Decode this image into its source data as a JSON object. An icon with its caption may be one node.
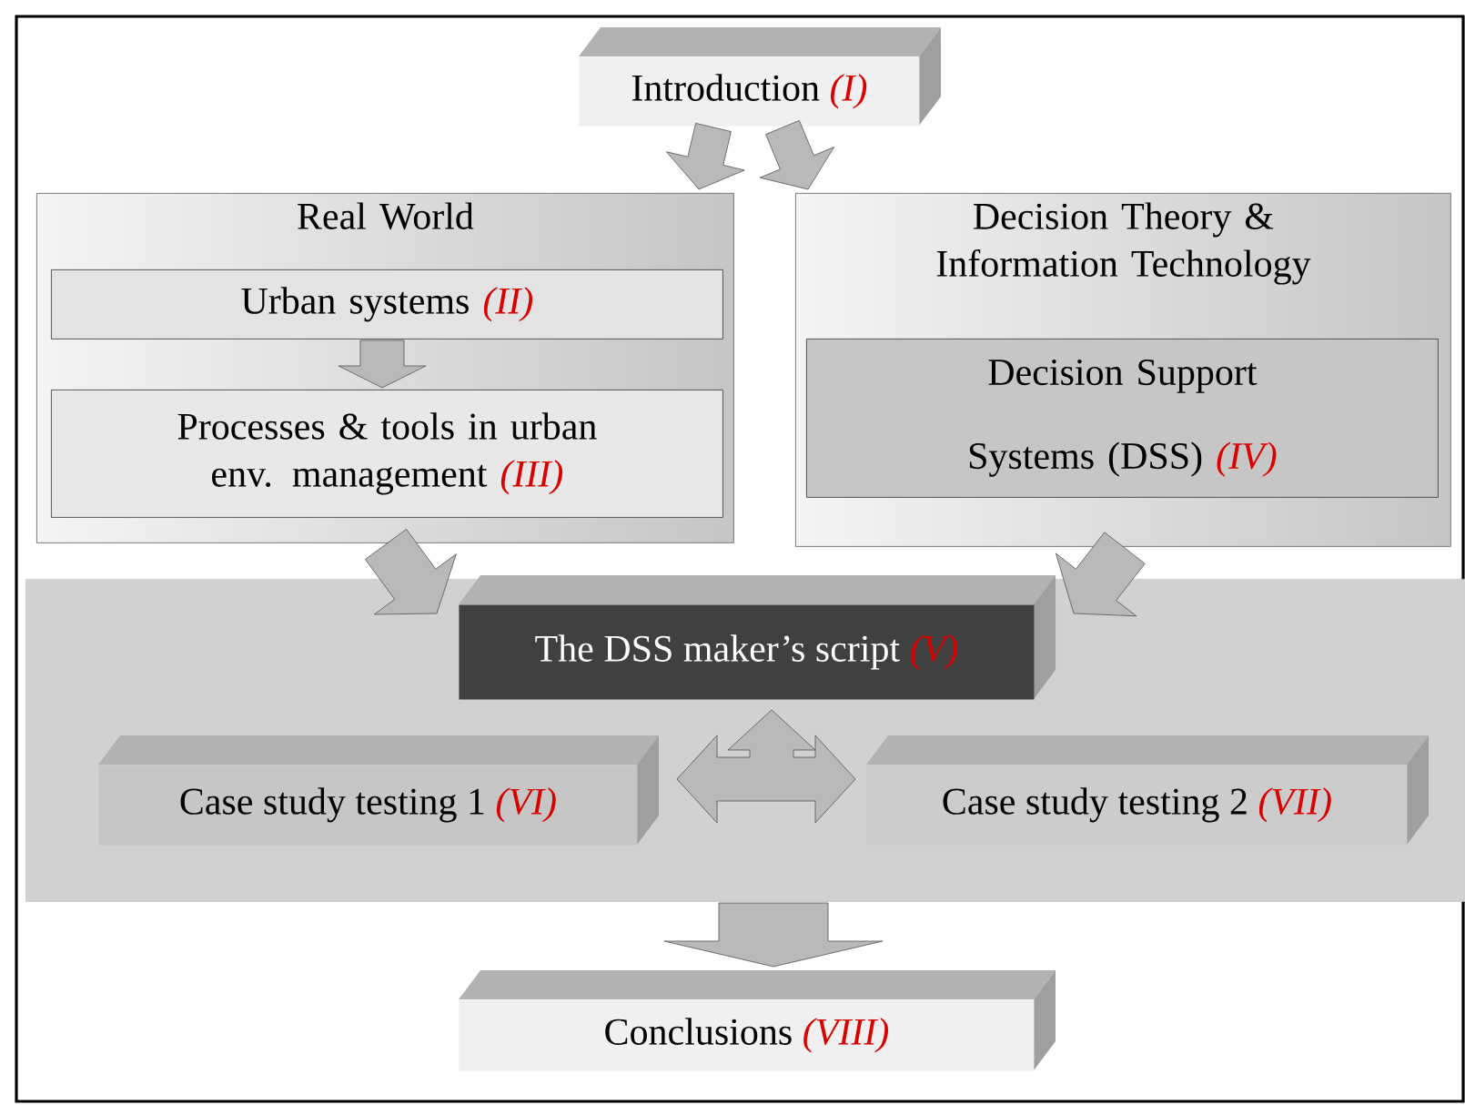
{
  "diagram": {
    "nodes": [
      {
        "text": [
          "Introduction",
          "(I)"
        ]
      },
      {
        "text": [
          "Real World"
        ]
      },
      {
        "text": [
          "Urban systems",
          "(II)"
        ],
        "in": 1
      },
      {
        "text": [
          "Processes & tools in urban env. management",
          "(III)"
        ],
        "in": 1
      },
      {
        "text": [
          "Decision Theory & Information Technology"
        ]
      },
      {
        "text": [
          "Decision Support Systems (DSS)",
          "(IV)"
        ],
        "in": 4
      },
      {
        "text": [],
        "shape": "box"
      },
      {
        "text": [
          "The DSS maker’s script",
          "(V)"
        ],
        "in": 6
      },
      {
        "text": [
          "Case study testing 1",
          "(VI)"
        ],
        "in": 6
      },
      {
        "text": [
          "Case study testing 2",
          "(VII)"
        ],
        "in": 6
      },
      {
        "text": [
          "Conclusions",
          "(VIII)"
        ]
      }
    ],
    "edges": [
      {
        "from": 0,
        "to": 1,
        "arrow": "to"
      },
      {
        "from": 0,
        "to": 4,
        "arrow": "to"
      },
      {
        "from": 2,
        "to": 3,
        "arrow": "to"
      },
      {
        "from": 1,
        "to": 7,
        "arrow": "to"
      },
      {
        "from": 4,
        "to": 7,
        "arrow": "to"
      },
      {
        "from": 7,
        "to": 8,
        "arrow": "both"
      },
      {
        "from": 7,
        "to": 9,
        "arrow": "both"
      },
      {
        "from": 6,
        "to": 10,
        "arrow": "to"
      }
    ]
  }
}
